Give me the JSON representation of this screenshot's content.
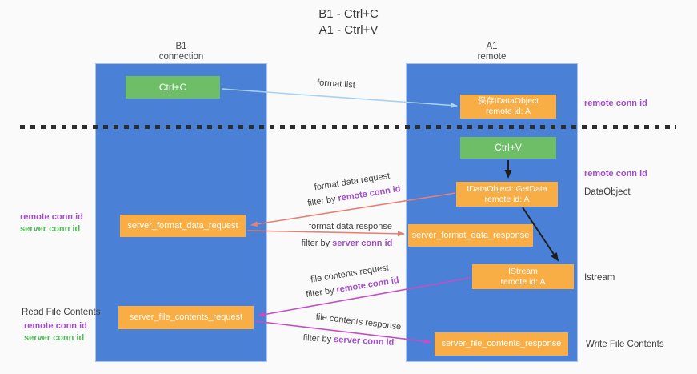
{
  "title": {
    "line1": "B1 - Ctrl+C",
    "line2": "A1 - Ctrl+V"
  },
  "columns": {
    "left": {
      "name": "B1",
      "role": "connection"
    },
    "right": {
      "name": "A1",
      "role": "remote"
    }
  },
  "boxes": {
    "ctrl_c": "Ctrl+C",
    "ctrl_v": "Ctrl+V",
    "save_idataobject": {
      "line1": "保存IDataObject",
      "line2": "remote id: A"
    },
    "getdata": {
      "line1": "IDataObject::GetData",
      "line2": "remote id: A"
    },
    "istream": {
      "line1": "IStream",
      "line2": "remote id: A"
    },
    "server_format_data_request": "server_format_data_request",
    "server_format_data_response": "server_format_data_response",
    "server_file_contents_request": "server_file_contents_request",
    "server_file_contents_response": "server_file_contents_response"
  },
  "arrow_labels": {
    "format_list": "format list",
    "format_data_request": "format data request",
    "format_data_response": "format data response",
    "file_contents_request": "file contents request",
    "file_contents_response": "file contents response",
    "filter_by": "filter by"
  },
  "tokens": {
    "remote_conn_id": "remote conn id",
    "server_conn_id": "server conn id"
  },
  "side_labels": {
    "dataobject": "DataObject",
    "istream": "Istream",
    "write_file_contents": "Write File Contents",
    "read_file_contents": "Read File Contents"
  },
  "colors": {
    "column_blue": "#4a80d5",
    "box_green": "#6ebe68",
    "box_orange": "#f8ae45",
    "arrow_light_blue": "#a6d2f0",
    "arrow_salmon": "#e58077",
    "arrow_magenta": "#c44ec4",
    "arrow_black": "#1f1f1f",
    "remote_conn_id_purple": "#a24fc8",
    "server_conn_id_green": "#55b85a",
    "background": "#fafafa"
  }
}
